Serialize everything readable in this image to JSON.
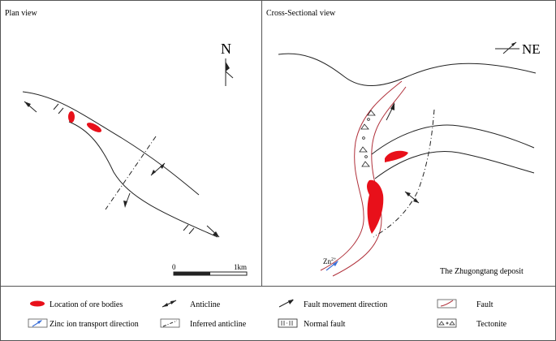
{
  "panels": {
    "plan": {
      "title": "Plan view",
      "north_label": "N",
      "scale": {
        "start": "0",
        "end": "1km"
      }
    },
    "section": {
      "title": "Cross-Sectional view",
      "direction_label": "NE",
      "ion_label": "Zn",
      "ion_charge": "2+",
      "caption": "The Zhugongtang deposit"
    }
  },
  "legend": [
    {
      "id": "ore-bodies",
      "label": "Location of ore bodies"
    },
    {
      "id": "anticline",
      "label": "Anticline"
    },
    {
      "id": "fault-movement",
      "label": "Fault movement direction"
    },
    {
      "id": "fault",
      "label": "Fault"
    },
    {
      "id": "zinc-transport",
      "label": "Zinc ion transport direction"
    },
    {
      "id": "inferred-anticline",
      "label": "Inferred anticline"
    },
    {
      "id": "normal-fault",
      "label": "Normal fault"
    },
    {
      "id": "tectonite",
      "label": "Tectonite"
    }
  ],
  "colors": {
    "ore": "#e8101a",
    "fault": "#b0303a",
    "zinc_arrow": "#3a6fd8",
    "line": "#222222"
  }
}
